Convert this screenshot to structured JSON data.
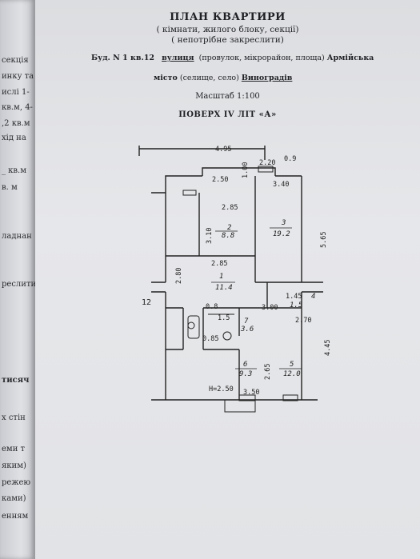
{
  "title": "ПЛАН КВАРТИРИ",
  "subtitle_1": "( кімнати, жилого блоку, секції)",
  "subtitle_2": "( непотрібне закреслити)",
  "address": {
    "building": "Буд. N 1 кв.12",
    "street_label": "вулиця",
    "street_hint": "(провулок, мікрорайон, площа)",
    "street_name": "Армійська",
    "city_label": "місто",
    "city_hint": "(селище, село)",
    "city_name": "Виноградів"
  },
  "scale": "Масштаб 1:100",
  "floor": "ПОВЕРХ IV ЛІТ «А»",
  "left_page_fragments": [
    "секція",
    "инку та",
    "ислі 1-",
    "кв.м, 4-",
    ",2 кв.м",
    "хід на",
    "_ кв.м",
    "в. м",
    "ладнан",
    "реслити",
    "тисяч",
    "х стін",
    "еми т",
    "яким)",
    "режею",
    "ками)",
    "енням"
  ],
  "plan": {
    "overall_width": "4.95",
    "rooms": [
      {
        "number": "2",
        "area": "8.8"
      },
      {
        "number": "3",
        "area": "19.2"
      },
      {
        "number": "1",
        "area": "11.4"
      },
      {
        "number": "4",
        "area": "1.5"
      },
      {
        "number": "7",
        "area": "3.6"
      },
      {
        "number": "6",
        "area": "9.3"
      },
      {
        "number": "5",
        "area": "12.0"
      }
    ],
    "dims": {
      "d_250": "2.50",
      "d_220": "2.20",
      "d_09": "0.9",
      "d_100": "1.00",
      "d_340": "3.40",
      "d_285a": "2.85",
      "d_310": "3.10",
      "d_565": "5.65",
      "d_285b": "2.85",
      "d_280": "2.80",
      "d_145": "1.45",
      "d_300": "3.00",
      "d_08": "0.8",
      "d_15": "1.5",
      "d_085": "0.85",
      "d_270": "2.70",
      "d_445": "4.45",
      "d_265": "2.65",
      "d_350": "3.50",
      "d_12": "12",
      "height": "H=2.50"
    }
  }
}
